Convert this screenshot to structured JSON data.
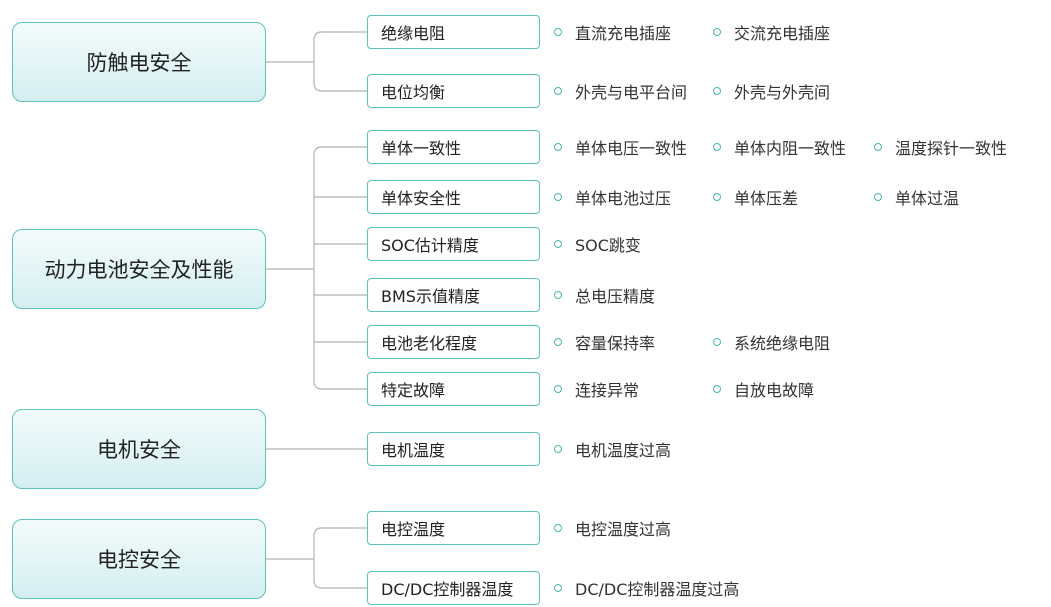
{
  "categories": [
    {
      "label": "防触电安全",
      "items": [
        {
          "label": "绝缘电阻",
          "leaves": [
            "直流充电插座",
            "交流充电插座"
          ]
        },
        {
          "label": "电位均衡",
          "leaves": [
            "外壳与电平台间",
            "外壳与外壳间"
          ]
        }
      ]
    },
    {
      "label": "动力电池安全及性能",
      "items": [
        {
          "label": "单体一致性",
          "leaves": [
            "单体电压一致性",
            "单体内阻一致性",
            "温度探针一致性"
          ]
        },
        {
          "label": "单体安全性",
          "leaves": [
            "单体电池过压",
            "单体压差",
            "单体过温"
          ]
        },
        {
          "label": "SOC估计精度",
          "leaves": [
            "SOC跳变"
          ]
        },
        {
          "label": "BMS示值精度",
          "leaves": [
            "总电压精度"
          ]
        },
        {
          "label": "电池老化程度",
          "leaves": [
            "容量保持率",
            "系统绝缘电阻"
          ]
        },
        {
          "label": "特定故障",
          "leaves": [
            "连接异常",
            "自放电故障"
          ]
        }
      ]
    },
    {
      "label": "电机安全",
      "items": [
        {
          "label": "电机温度",
          "leaves": [
            "电机温度过高"
          ]
        }
      ]
    },
    {
      "label": "电控安全",
      "items": [
        {
          "label": "电控温度",
          "leaves": [
            "电控温度过高"
          ]
        },
        {
          "label": "DC/DC控制器温度",
          "leaves": [
            "DC/DC控制器温度过高"
          ]
        }
      ]
    }
  ]
}
